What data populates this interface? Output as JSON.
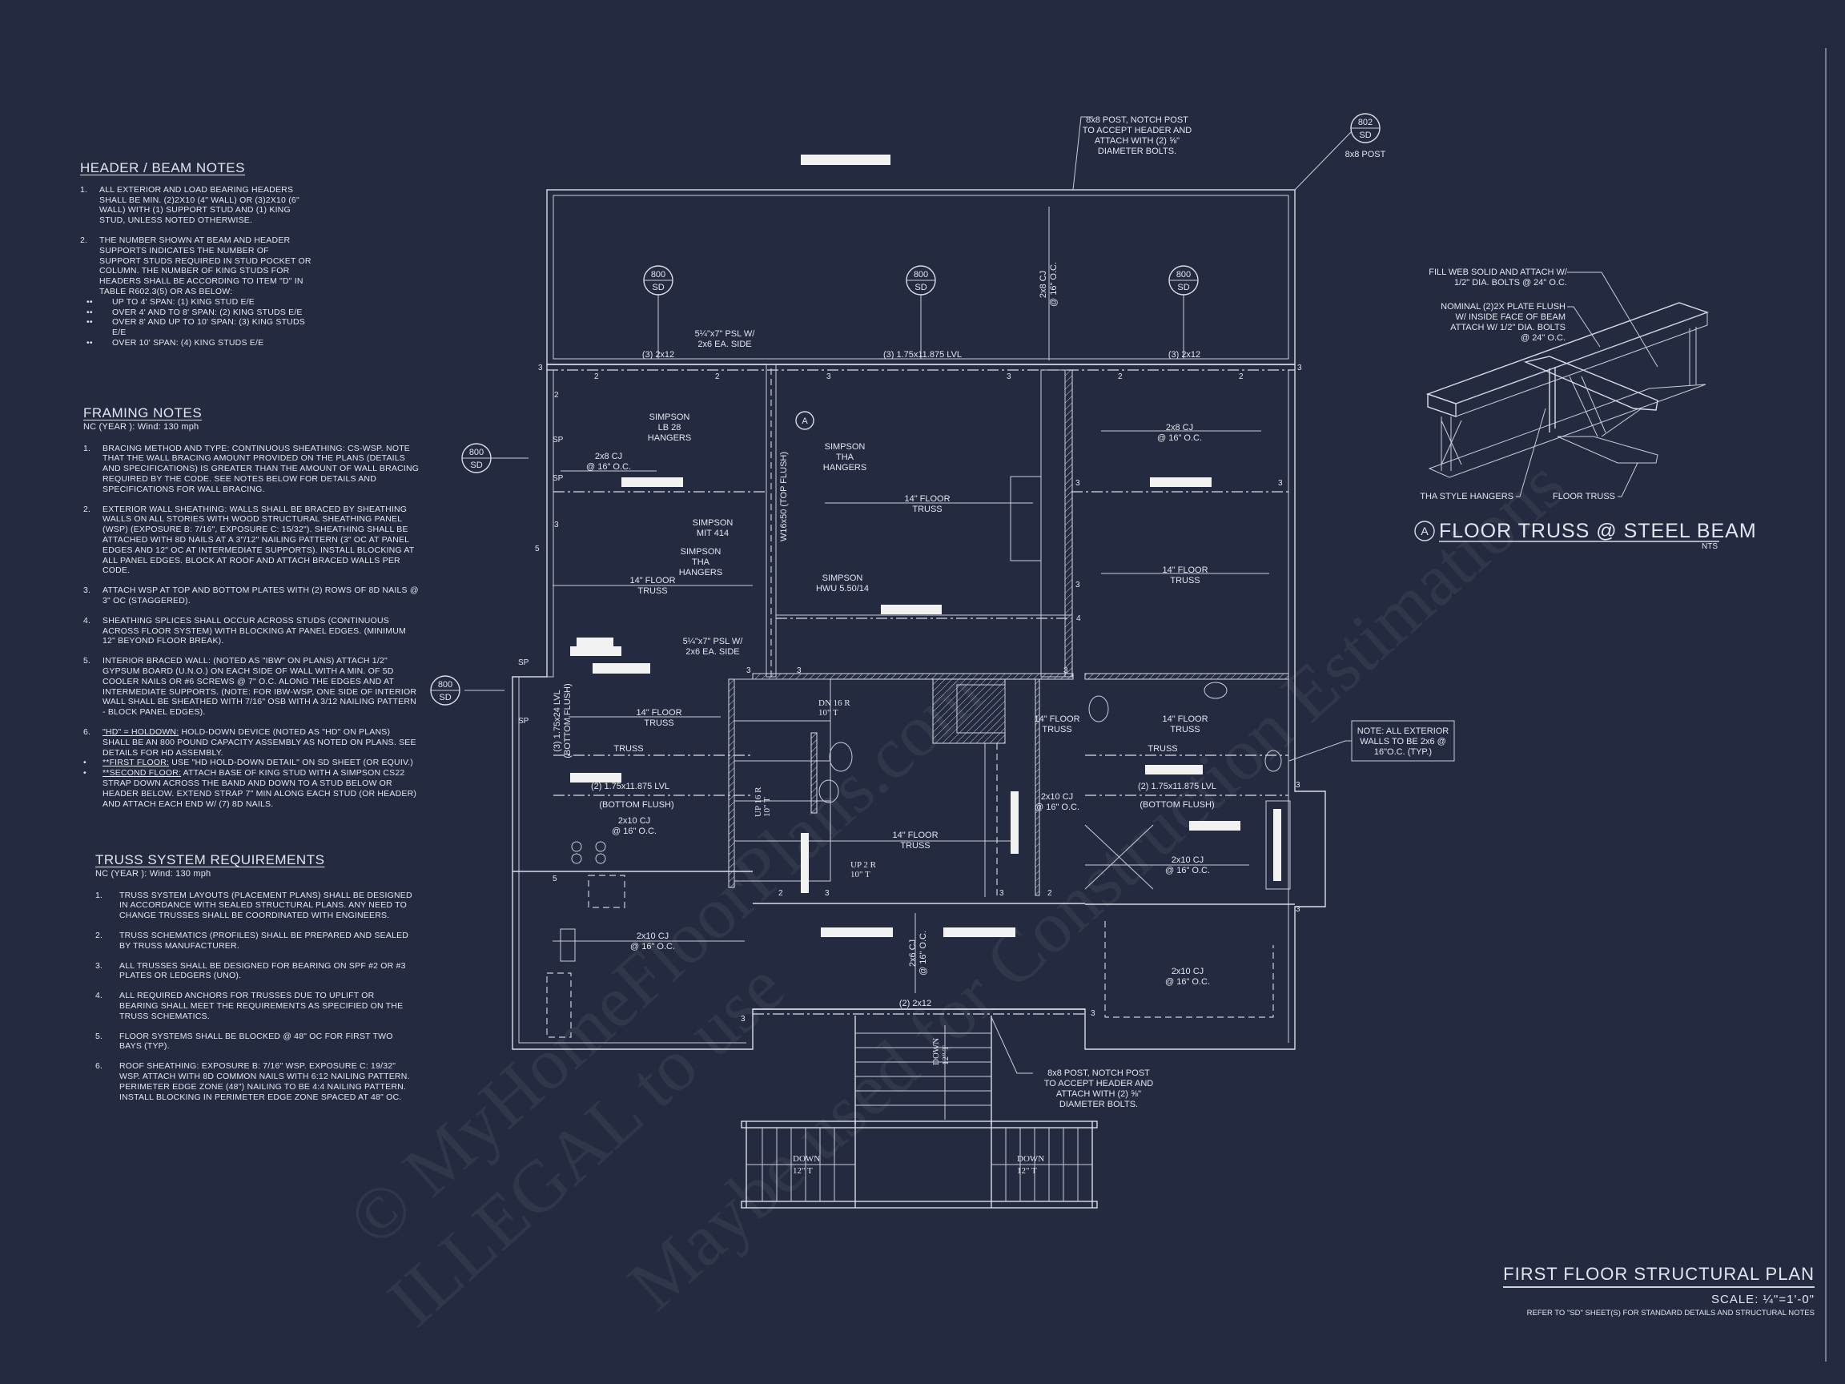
{
  "sheet": {
    "background_color": "#242a40",
    "line_color": "#d9dde7",
    "title": "FIRST FLOOR STRUCTURAL PLAN",
    "scale": "SCALE: ¼\"=1'-0\"",
    "reference": "REFER TO \"SD\" SHEET(S) FOR STANDARD DETAILS AND STRUCTURAL NOTES"
  },
  "watermark": {
    "line1": "© MyHomeFloorPlans.com",
    "line2": "ILLEGAL to use",
    "line3": "Maybe used for Construction Estimations"
  },
  "header_beam_notes": {
    "title": "HEADER / BEAM NOTES",
    "items": [
      {
        "num": "1.",
        "text": "ALL EXTERIOR AND LOAD BEARING HEADERS SHALL BE MIN. (2)2x10 (4\" WALL) OR (3)2x10 (6\" WALL) WITH (1) SUPPORT STUD AND (1) KING STUD, UNLESS NOTED OTHERWISE."
      },
      {
        "num": "2.",
        "text": "THE NUMBER SHOWN AT BEAM AND HEADER SUPPORTS INDICATES THE NUMBER OF SUPPORT STUDS REQUIRED IN STUD POCKET OR COLUMN. THE NUMBER OF KING STUDS FOR HEADERS SHALL BE ACCORDING TO ITEM \"d\" IN TABLE R602.3(5) OR AS BELOW:"
      }
    ],
    "bullets": [
      {
        "mark": "••",
        "text": "UP TO 4' SPAN: (1) KING STUD E/E"
      },
      {
        "mark": "••",
        "text": "OVER 4' AND TO 8' SPAN: (2) KING STUDS E/E"
      },
      {
        "mark": "••",
        "text": "OVER 8' AND UP TO 10' SPAN: (3) KING STUDS E/E"
      },
      {
        "mark": "••",
        "text": "OVER 10' SPAN: (4) KING STUDS E/E"
      }
    ]
  },
  "framing_notes": {
    "title": "FRAMING NOTES",
    "subtitle": "NC (YEAR ): Wind: 130 mph",
    "items": [
      {
        "num": "1.",
        "text": "BRACING METHOD AND TYPE: CONTINUOUS SHEATHING: CS-WSP. NOTE THAT THE WALL BRACING AMOUNT PROVIDED ON THE PLANS (DETAILS AND SPECIFICATIONS) IS GREATER THAN THE AMOUNT OF WALL BRACING REQUIRED BY THE CODE. SEE NOTES BELOW FOR DETAILS AND SPECIFICATIONS FOR WALL BRACING."
      },
      {
        "num": "2.",
        "text": "EXTERIOR WALL SHEATHING: WALLS SHALL BE BRACED BY SHEATHING WALLS ON ALL STORIES WITH WOOD STRUCTURAL SHEATHING PANEL (WSP) (EXPOSURE B: 7/16\", EXPOSURE C: 15/32\"). SHEATHING SHALL BE ATTACHED WITH 8d NAILS AT A 3\"/12\" NAILING PATTERN (3\" OC AT PANEL EDGES AND 12\" OC AT INTERMEDIATE SUPPORTS). INSTALL BLOCKING AT ALL PANEL EDGES. BLOCK AT ROOF AND ATTACH BRACED WALLS PER CODE."
      },
      {
        "num": "3.",
        "text": "ATTACH WSP AT TOP AND BOTTOM PLATES WITH (2) ROWS OF 8d NAILS @ 3\" OC (STAGGERED)."
      },
      {
        "num": "4.",
        "text": "SHEATHING SPLICES SHALL OCCUR ACROSS STUDS (CONTINUOUS ACROSS FLOOR SYSTEM) WITH BLOCKING AT PANEL EDGES. (MINIMUM 12\" BEYOND FLOOR BREAK)."
      },
      {
        "num": "5.",
        "text": "INTERIOR BRACED WALL: (NOTED AS \"IBW\" ON PLANS) ATTACH 1/2\" GYPSUM BOARD (U.N.O.) ON EACH SIDE OF WALL WITH A MIN. OF 5d COOLER NAILS OR #6 SCREWS @ 7\" O.C. ALONG THE EDGES AND AT INTERMEDIATE SUPPORTS. (NOTE: FOR IBW-WSP, ONE SIDE OF INTERIOR WALL SHALL BE SHEATHED WITH 7/16\" OSB WITH A 3/12 NAILING PATTERN - BLOCK PANEL EDGES)."
      }
    ],
    "item6": {
      "num": "6.",
      "lead": "\"HD\" = HOLDOWN:",
      "text": " HOLD-DOWN DEVICE (NOTED AS \"HD\" ON PLANS) SHALL BE AN 800 POUND CAPACITY ASSEMBLY AS NOTED ON PLANS. SEE DETAILS FOR HD ASSEMBLY.",
      "first_floor_lead": "**FIRST FLOOR:",
      "first_floor_text": "  USE \"HD HOLD-DOWN DETAIL\" ON SD SHEET (OR EQUIV.)",
      "second_floor_lead": "**SECOND FLOOR:",
      "second_floor_text": " ATTACH BASE OF KING STUD WITH A SIMPSON CS22 STRAP DOWN ACROSS THE BAND AND DOWN TO A STUD BELOW OR HEADER BELOW.  EXTEND STRAP 7\" MIN ALONG EACH STUD (OR HEADER) AND ATTACH EACH END W/ (7) 8d NAILS."
    }
  },
  "truss_requirements": {
    "title": "TRUSS SYSTEM REQUIREMENTS",
    "subtitle": "NC (YEAR ): Wind: 130 mph",
    "items": [
      {
        "num": "1.",
        "text": "TRUSS SYSTEM LAYOUTS (PLACEMENT PLANS)  SHALL BE DESIGNED IN ACCORDANCE WITH SEALED STRUCTURAL PLANS. ANY NEED TO CHANGE TRUSSES SHALL BE COORDINATED  WITH  ENGINEERS."
      },
      {
        "num": "2.",
        "text": "TRUSS SCHEMATICS (PROFILES) SHALL BE  PREPARED AND SEALED BY TRUSS  MANUFACTURER."
      },
      {
        "num": "3.",
        "text": "ALL TRUSSES SHALL BE DESIGNED FOR  BEARING ON SPF #2 OR #3 PLATES OR LEDGERS  (UNO)."
      },
      {
        "num": "4.",
        "text": "ALL REQUIRED ANCHORS FOR TRUSSES DUE  TO UPLIFT OR BEARING SHALL MEET THE  REQUIREMENTS AS SPECIFIED ON THE TRUSS  SCHEMATICS."
      },
      {
        "num": "5.",
        "text": "FLOOR SYSTEMS SHALL BE BLOCKED @ 48\" OC FOR FIRST TWO BAYS (TYP)."
      },
      {
        "num": "6.",
        "text": "ROOF SHEATHING: EXPOSURE B: 7/16\" WSP. EXPOSURE C: 19/32\" WSP. ATTACH WITH 8d COMMON NAILS WITH 6:12 NAILING PATTERN. PERIMETER EDGE ZONE (48\") NAILING TO BE 4:4 NAILING PATTERN. INSTALL BLOCKING IN PERIMETER EDGE ZONE SPACED AT 48\" OC."
      }
    ]
  },
  "plan": {
    "detail_refs": {
      "num_800": "800",
      "num_802": "802",
      "sheet": "SD",
      "section_a": "A"
    },
    "post_802_label": "8x8 POST",
    "top_post_note": [
      "8x8 POST, NOTCH POST",
      "TO ACCEPT HEADER AND",
      "ATTACH WITH (2) ⅝\"",
      "DIAMETER BOLTS."
    ],
    "bottom_post_note": [
      "8x8 POST, NOTCH POST",
      "TO ACCEPT HEADER AND",
      "ATTACH WITH (2) ⅝\"",
      "DIAMETER BOLTS."
    ],
    "exterior_note": [
      "NOTE: ALL EXTERIOR",
      "WALLS TO BE 2x6 @",
      "16\"O.C. (TYP.)"
    ],
    "labels": {
      "porch_header_left": "(3) 2x12",
      "porch_header_mid": "(3) 1.75x11.875 LVL",
      "porch_header_right": "(3) 2x12",
      "porch_cj": [
        "2x8 CJ",
        "@ 16\" O.C."
      ],
      "psl_top": [
        "5¼\"x7\" PSL W/",
        "2x6 EA. SIDE"
      ],
      "psl_mid": [
        "5¼\"x7\" PSL W/",
        "2x6 EA. SIDE"
      ],
      "simpson_lb28": [
        "SIMPSON",
        "LB 28",
        "HANGERS"
      ],
      "simpson_tha_1": [
        "SIMPSON",
        "THA",
        "HANGERS"
      ],
      "simpson_mit": [
        "SIMPSON",
        "MIT 414"
      ],
      "simpson_tha_2": [
        "SIMPSON",
        "THA",
        "HANGERS"
      ],
      "simpson_hwu": [
        "SIMPSON",
        "HWU 5.50/14"
      ],
      "steel_beam": "W16x50 (TOP FLUSH)",
      "cj_2x8_left": [
        "2x8 CJ",
        "@ 16\" O.C."
      ],
      "cj_2x8_right": [
        "2x8 CJ",
        "@ 16\" O.C."
      ],
      "floor_truss": [
        "14\" FLOOR",
        "TRUSS"
      ],
      "truss": "TRUSS",
      "lvl_24": [
        "(3) 1.75x24 LVL",
        "(BOTTOM FLUSH)"
      ],
      "lvl_11_left": [
        "(2) 1.75x11.875 LVL",
        "(BOTTOM FLUSH)"
      ],
      "lvl_11_right": [
        "(2) 1.75x11.875 LVL",
        "(BOTTOM FLUSH)"
      ],
      "cj_2x10": [
        "2x10 CJ",
        "@ 16\" O.C."
      ],
      "cj_2x6": [
        "2x6 CJ",
        "@ 16\" O.C."
      ],
      "rear_header": "(2) 2x12",
      "stair_dn": [
        "DN 16 R",
        "10\" T"
      ],
      "stair_up16": [
        "UP 16 R",
        "10\" T"
      ],
      "stair_up2": [
        "UP 2 R",
        "10\" T"
      ],
      "stair_down": [
        "DOWN",
        "12\" T"
      ],
      "support_studs": {
        "two": "2",
        "three": "3",
        "four": "4",
        "five": "5",
        "sp": "SP"
      }
    }
  },
  "detail_a": {
    "title": "FLOOR TRUSS @ STEEL BEAM",
    "tag": "A",
    "scale": "NTS",
    "callout_web": [
      "FILL WEB SOLID AND ATTACH W/",
      "1/2\" DIA. BOLTS @ 24\" O.C."
    ],
    "callout_plate": [
      "NOMINAL (2)2X  PLATE FLUSH",
      "W/ INSIDE FACE OF BEAM",
      "ATTACH W/ 1/2\" DIA. BOLTS",
      "@ 24\" O.C."
    ],
    "callout_hangers": "THA STYLE HANGERS",
    "callout_truss": "FLOOR TRUSS"
  }
}
